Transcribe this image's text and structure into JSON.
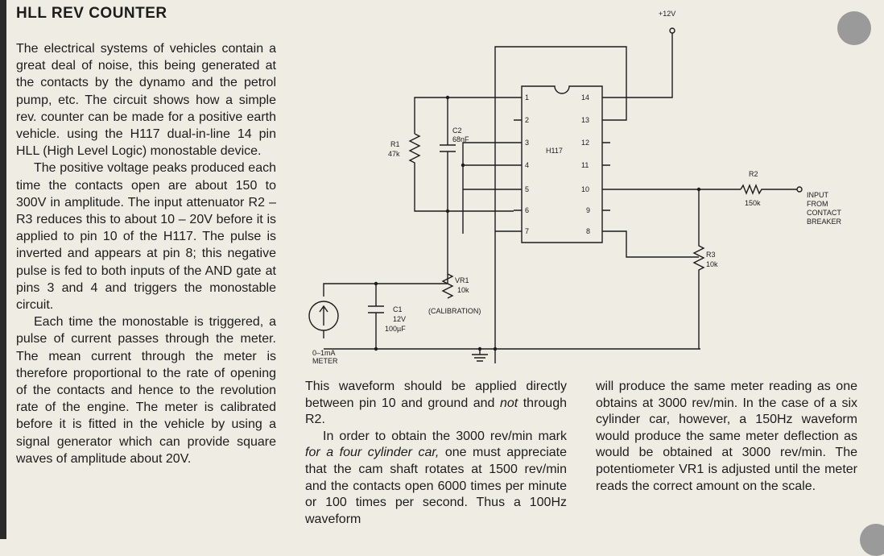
{
  "title": "HLL REV COUNTER",
  "col1": {
    "p1": "The electrical systems of vehicles contain a great deal of noise, this being generated at the contacts by the dynamo and the petrol pump, etc. The circuit shows how a simple rev. counter can be made for a positive earth vehicle. using the H117 dual-in-line 14 pin HLL (High Level Logic) monostable device.",
    "p2": "The positive voltage peaks produced each time the contacts open are about 150 to 300V in amplitude. The input attenuator R2 – R3 reduces this to about 10 – 20V before it is applied to pin 10 of the H117. The pulse is inverted and appears at pin 8; this negative pulse is fed to both inputs of the AND gate at pins 3 and 4 and triggers the monostable circuit.",
    "p3": "Each time the monostable is triggered, a pulse of current passes through the meter. The mean current through the meter is therefore proportional to the rate of opening of the contacts and hence to the revolution rate of the engine. The meter is calibrated before it is fitted in the vehicle by using a signal generator which can provide square waves of amplitude about 20V."
  },
  "col2": {
    "p1a": "This waveform should be applied directly between pin 10 and ground and ",
    "p1em": "not",
    "p1b": " through R2.",
    "p2a": "In order to obtain the 3000 rev/min mark ",
    "p2em": "for a four cylinder car,",
    "p2b": " one must appreciate that the cam shaft rotates at 1500 rev/min and the contacts open 6000 times per minute or 100 times per second. Thus a 100Hz waveform"
  },
  "col3": {
    "p1": "will produce the same meter reading as one obtains at 3000 rev/min. In the case of a six cylinder car, however, a 150Hz waveform would produce the same meter deflection as would be obtained at 3000 rev/min. The potentiometer VR1 is adjusted until the meter reads the correct amount on the scale."
  },
  "circuit": {
    "supply": "+12V",
    "ic": "H117",
    "pins_left": [
      "1",
      "2",
      "3",
      "4",
      "5",
      "6",
      "7"
    ],
    "pins_right": [
      "14",
      "13",
      "12",
      "11",
      "10",
      "9",
      "8"
    ],
    "r1": "R1",
    "r1_val": "47k",
    "c2": "C2",
    "c2_val": "68nF",
    "r2": "R2",
    "r2_val": "150k",
    "r3": "R3",
    "r3_val": "10k",
    "vr1": "VR1",
    "vr1_val": "10k",
    "calibration": "(CALIBRATION)",
    "c1": "C1",
    "c1_v": "12V",
    "c1_val": "100µF",
    "meter_range": "0–1mA",
    "meter_label": "METER",
    "input": [
      "INPUT",
      "FROM",
      "CONTACT",
      "BREAKER"
    ]
  }
}
